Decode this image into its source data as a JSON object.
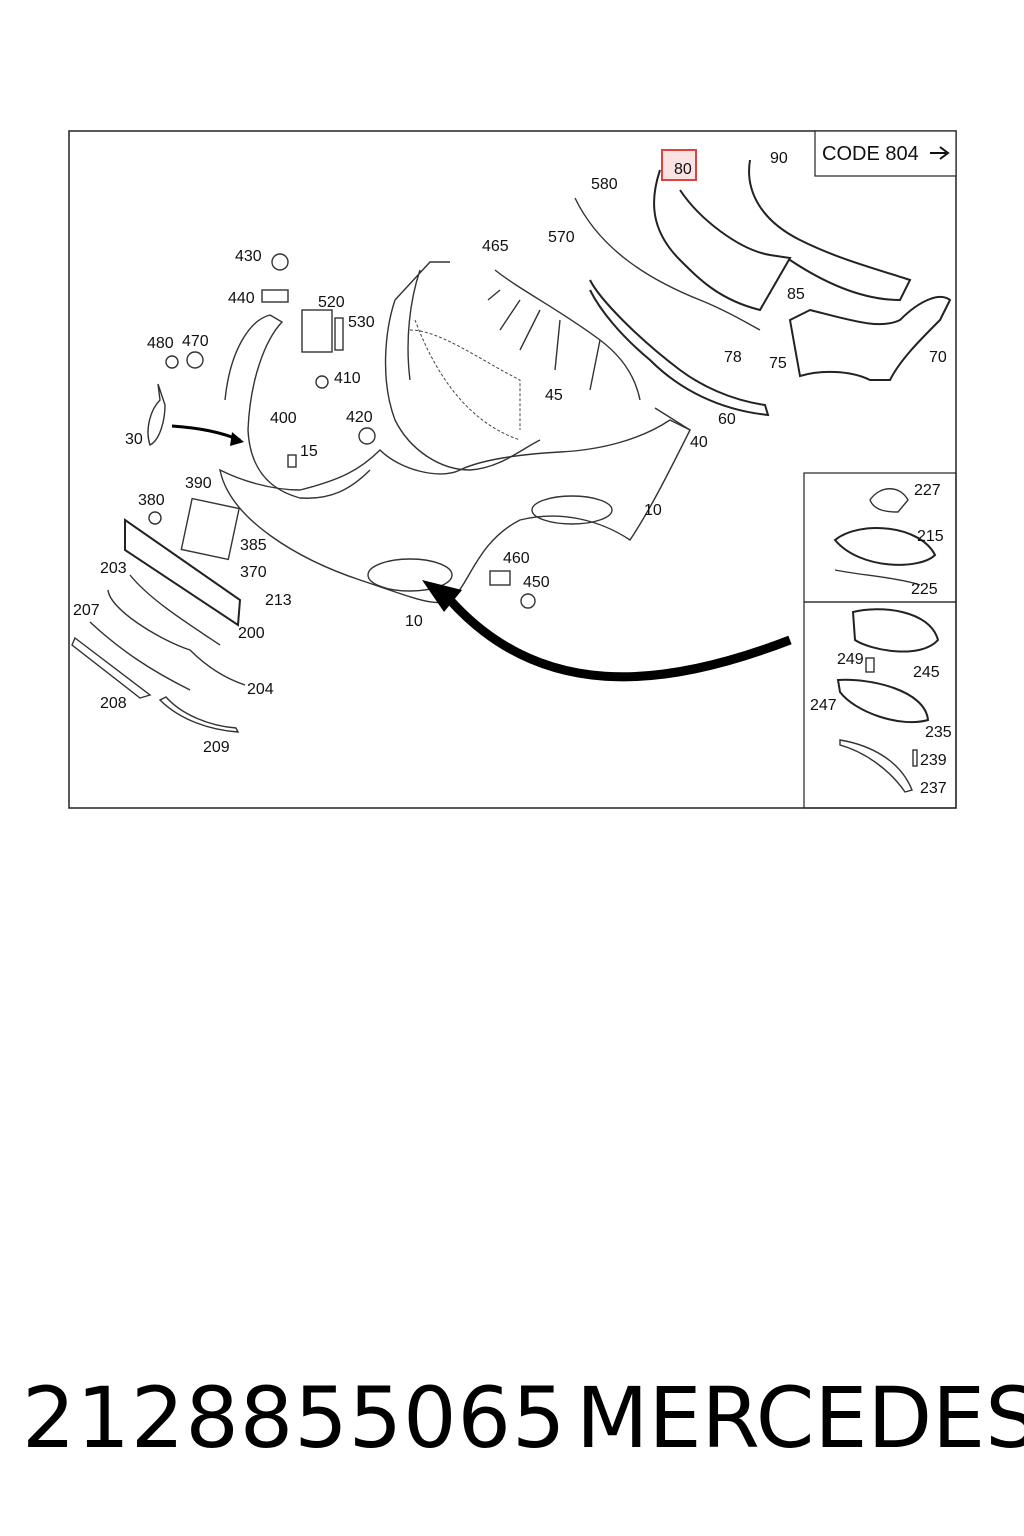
{
  "header": {
    "code": "CODE 804"
  },
  "highlight": {
    "part": "80",
    "color": "#e04040"
  },
  "callouts": [
    "10",
    "10",
    "15",
    "30",
    "40",
    "45",
    "60",
    "70",
    "75",
    "78",
    "80",
    "85",
    "90",
    "200",
    "203",
    "204",
    "207",
    "208",
    "209",
    "213",
    "215",
    "225",
    "227",
    "235",
    "237",
    "239",
    "245",
    "247",
    "249",
    "370",
    "380",
    "385",
    "390",
    "400",
    "410",
    "420",
    "430",
    "440",
    "450",
    "460",
    "465",
    "470",
    "480",
    "520",
    "530",
    "570",
    "580"
  ],
  "footer": {
    "part_number": "2128855065",
    "brand": "MERCEDES"
  }
}
